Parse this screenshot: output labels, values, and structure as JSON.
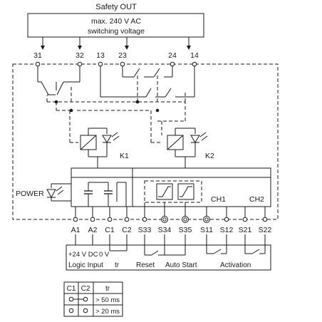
{
  "header": {
    "title": "Safety OUT",
    "box_line1": "max. 240 V AC",
    "box_line2": "switching voltage"
  },
  "top_terminals": [
    "31",
    "32",
    "13",
    "23",
    "24",
    "14"
  ],
  "relays": {
    "k1": "K1",
    "k2": "K2"
  },
  "power_label": "POWER",
  "channels": {
    "ch1": "CH1",
    "ch2": "CH2"
  },
  "bottom_terminals": [
    "A1",
    "A2",
    "C1",
    "C2",
    "S33",
    "S34",
    "S35",
    "S11",
    "S12",
    "S21",
    "S22"
  ],
  "bottom_box": {
    "row1": {
      "supply": "+24 V DC",
      "zero": "0 V"
    },
    "row2": {
      "logic_input": "Logic Input",
      "tr": "tr",
      "reset": "Reset",
      "auto_start": "Auto Start",
      "activation": "Activation"
    }
  },
  "table": {
    "headers": [
      "C1",
      "C2",
      "tr"
    ],
    "rows": [
      {
        "bridge": "connected",
        "tr": "> 50 ms"
      },
      {
        "bridge": "open",
        "tr": "> 20 ms"
      }
    ]
  }
}
